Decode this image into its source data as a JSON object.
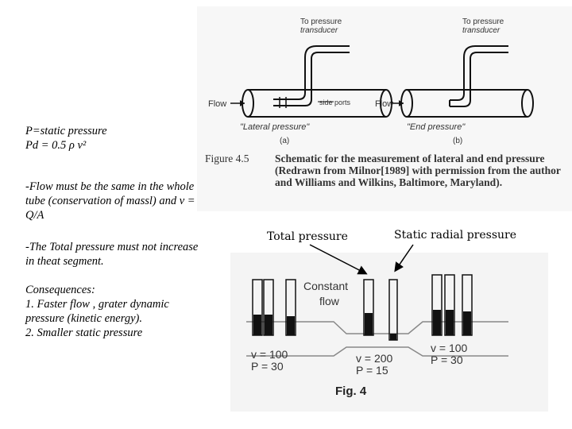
{
  "left_notes": {
    "eq1": "P=static pressure",
    "eq2": "Pd = 0.5 ρ v²",
    "para1": "-Flow must be the same in the whole tube (conservation of massl) and  v = Q/A",
    "para2": "-The Total pressure must not increase in theat segment.",
    "para3_heading": "Consequences:",
    "para3_item1": "1. Faster flow , grater dynamic pressure (kinetic energy).",
    "para3_item2": "2. Smaller static pressure"
  },
  "figure_4_5": {
    "panel_a": {
      "to_pressure": "To pressure",
      "transducer": "transducer",
      "flow": "Flow",
      "side_ports": "side ports",
      "caption": "\"Lateral pressure\"",
      "letter": "(a)"
    },
    "panel_b": {
      "to_pressure": "To pressure",
      "transducer": "transducer",
      "flow": "Flow",
      "caption": "\"End pressure\"",
      "letter": "(b)"
    },
    "label": "Figure 4.5",
    "caption": "Schematic for the measurement of lateral and end pressure (Redrawn from Milnor[1989] with permission from the author and Williams and Wilkins, Baltimore, Maryland)."
  },
  "figure_4": {
    "label_total": "Total pressure",
    "label_static": "Static radial pressure",
    "constant": "Constant",
    "flow": "flow",
    "left_v": "v = 100",
    "left_p": "P = 30",
    "mid_v": "v = 200",
    "mid_p": "P = 15",
    "right_v": "v = 100",
    "right_p": "P = 30",
    "title": "Fig. 4"
  }
}
